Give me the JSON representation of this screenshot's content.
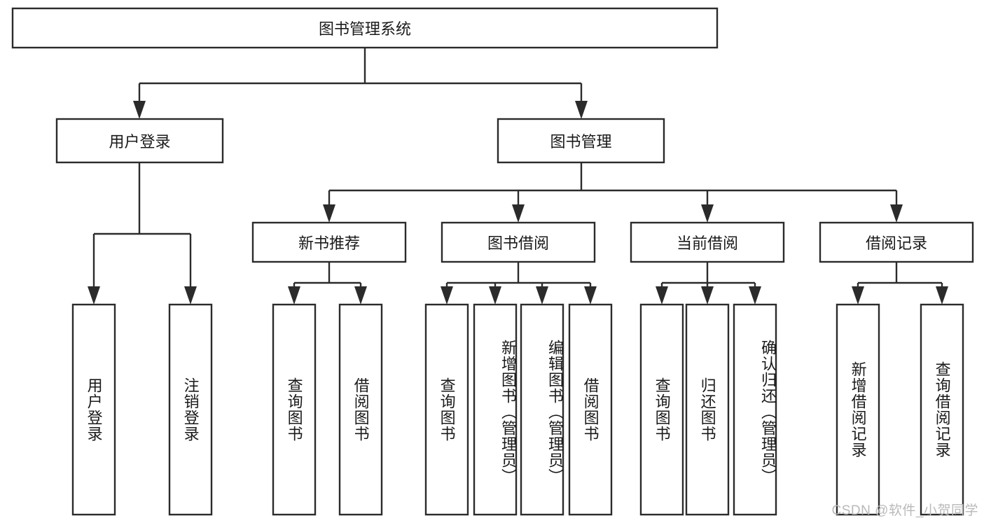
{
  "diagram": {
    "type": "tree-hierarchy",
    "title": "图书管理系统",
    "watermark": "CSDN @软件_小贺同学",
    "root": {
      "id": "root",
      "label": "图书管理系统",
      "orientation": "horizontal"
    },
    "level2": [
      {
        "id": "user-login",
        "label": "用户登录",
        "orientation": "horizontal"
      },
      {
        "id": "book-manage",
        "label": "图书管理",
        "orientation": "horizontal"
      }
    ],
    "level3": [
      {
        "id": "new-book-recommend",
        "label": "新书推荐",
        "parent": "book-manage",
        "orientation": "horizontal"
      },
      {
        "id": "book-borrow",
        "label": "图书借阅",
        "parent": "book-manage",
        "orientation": "horizontal"
      },
      {
        "id": "current-borrow",
        "label": "当前借阅",
        "parent": "book-manage",
        "orientation": "horizontal"
      },
      {
        "id": "borrow-record",
        "label": "借阅记录",
        "parent": "book-manage",
        "orientation": "horizontal"
      }
    ],
    "leaves": [
      {
        "id": "leaf-user-login",
        "label": "用户登录",
        "parent": "user-login",
        "orientation": "vertical"
      },
      {
        "id": "leaf-logout",
        "label": "注销登录",
        "parent": "user-login",
        "orientation": "vertical"
      },
      {
        "id": "leaf-query-book-1",
        "label": "查询图书",
        "parent": "new-book-recommend",
        "orientation": "vertical"
      },
      {
        "id": "leaf-borrow-book-1",
        "label": "借阅图书",
        "parent": "new-book-recommend",
        "orientation": "vertical"
      },
      {
        "id": "leaf-query-book-2",
        "label": "查询图书",
        "parent": "book-borrow",
        "orientation": "vertical"
      },
      {
        "id": "leaf-add-book",
        "label": "新增图书（管理员）",
        "parent": "book-borrow",
        "orientation": "vertical"
      },
      {
        "id": "leaf-edit-book",
        "label": "编辑图书（管理员）",
        "parent": "book-borrow",
        "orientation": "vertical"
      },
      {
        "id": "leaf-borrow-book-2",
        "label": "借阅图书",
        "parent": "book-borrow",
        "orientation": "vertical"
      },
      {
        "id": "leaf-query-book-3",
        "label": "查询图书",
        "parent": "current-borrow",
        "orientation": "vertical"
      },
      {
        "id": "leaf-return-book",
        "label": "归还图书",
        "parent": "current-borrow",
        "orientation": "vertical"
      },
      {
        "id": "leaf-confirm-return",
        "label": "确认归还（管理员）",
        "parent": "current-borrow",
        "orientation": "vertical"
      },
      {
        "id": "leaf-add-record",
        "label": "新增借阅记录",
        "parent": "borrow-record",
        "orientation": "vertical"
      },
      {
        "id": "leaf-query-record",
        "label": "查询借阅记录",
        "parent": "borrow-record",
        "orientation": "vertical"
      }
    ],
    "colors": {
      "stroke": "#2b2b2b",
      "fill": "#ffffff",
      "text": "#1a1a1a",
      "watermark": "#b9b9b9",
      "background": "#ffffff"
    }
  }
}
